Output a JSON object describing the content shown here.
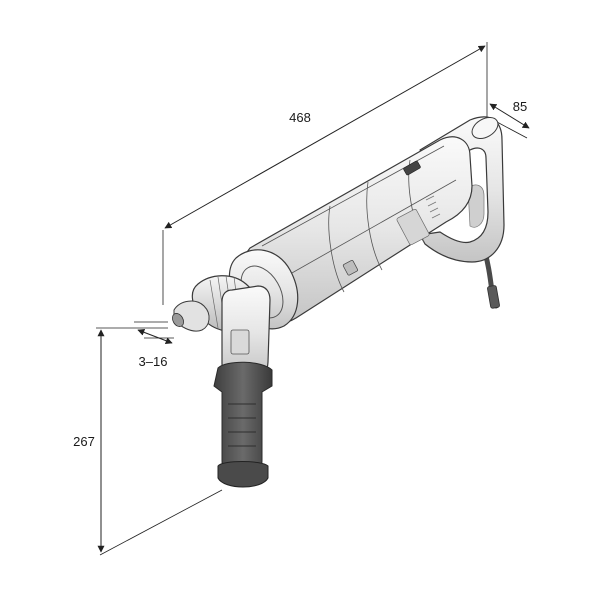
{
  "dimensions": {
    "length": "468",
    "width": "85",
    "height": "267",
    "chuck_range": "3–16"
  },
  "colors": {
    "body_light": "#f1f1f1",
    "body_mid": "#dcdcdc",
    "body_shade": "#bdbdbd",
    "grip_dark": "#555555",
    "outline": "#3a3a3a",
    "dimension_line": "#222222"
  }
}
